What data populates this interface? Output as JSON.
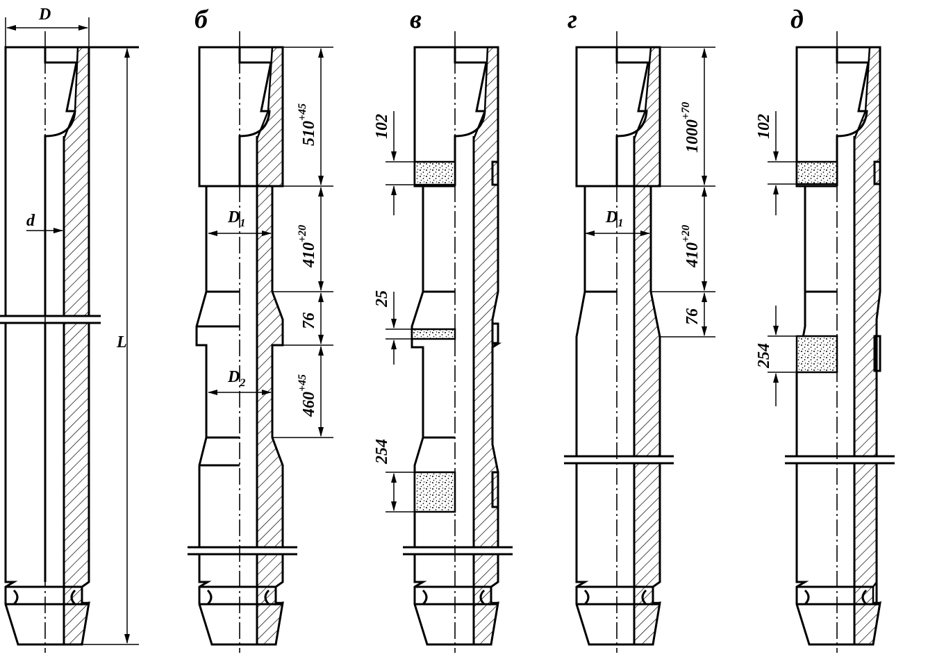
{
  "diagram": {
    "panel_labels": [
      "б",
      "в",
      "г",
      "д"
    ],
    "symbols": {
      "D": "D",
      "d": "d",
      "L": "L",
      "D1": "D",
      "D1_sub": "1",
      "D2": "D",
      "D2_sub": "2"
    },
    "b": {
      "dim1": "510",
      "dim1_sup": "+45",
      "dim2": "410",
      "dim2_sup": "+20",
      "dim3": "76",
      "dim4": "460",
      "dim4_sup": "+45"
    },
    "v": {
      "dim1": "102",
      "dim2": "25",
      "dim3": "254"
    },
    "g": {
      "dim1": "1000",
      "dim1_sup": "+70",
      "dim2": "410",
      "dim2_sup": "+20",
      "dim3": "76"
    },
    "d": {
      "dim1": "102",
      "dim2": "254"
    },
    "colors": {
      "ink": "#000000",
      "paper": "#ffffff"
    }
  }
}
